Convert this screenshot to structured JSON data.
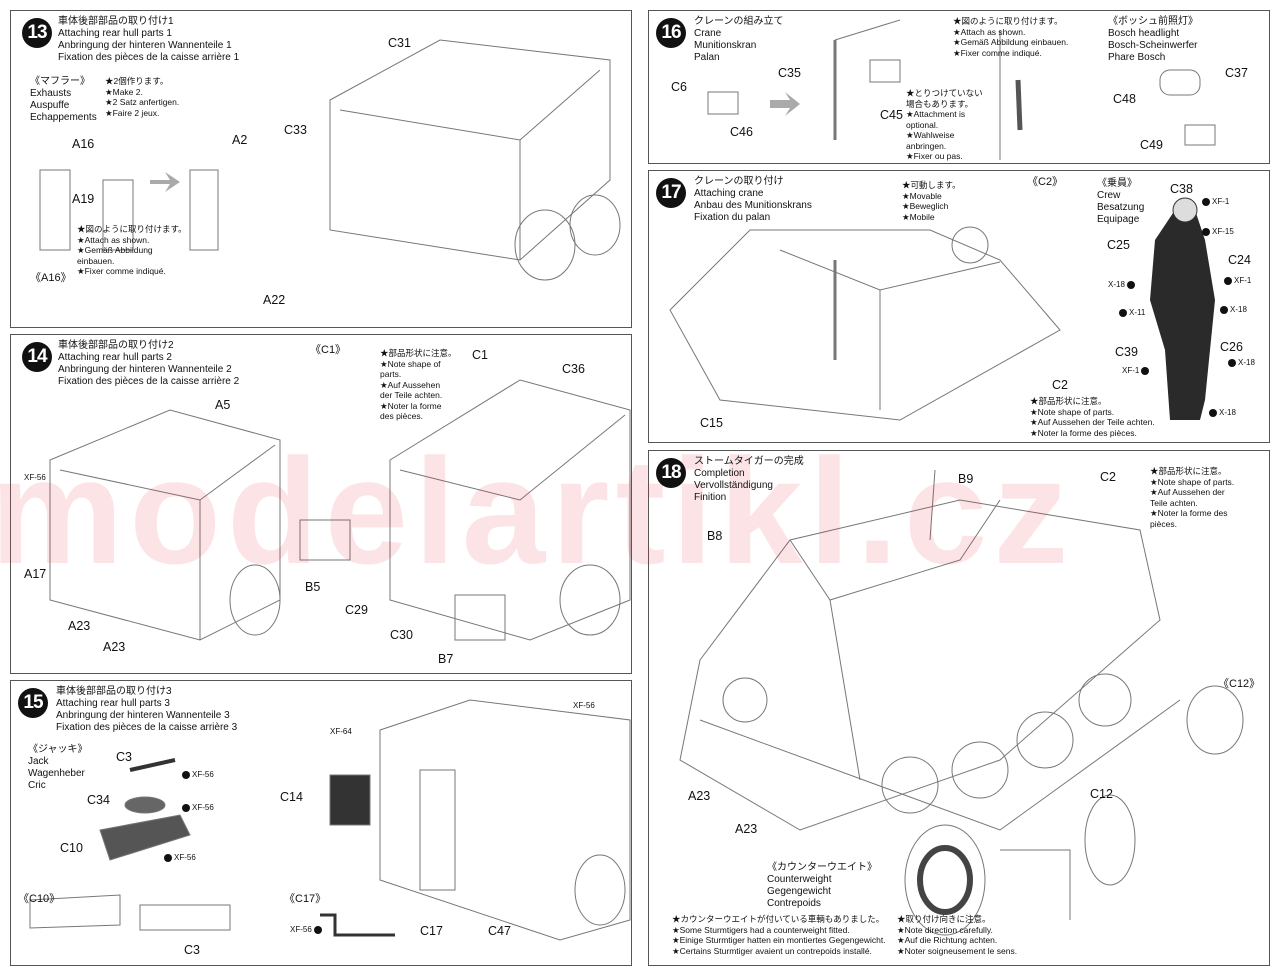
{
  "watermark": "modelartikl.cz",
  "steps": {
    "s13": {
      "number": "13",
      "title": [
        "車体後部部品の取り付け1",
        "Attaching rear hull parts 1",
        "Anbringung der hinteren Wannenteile 1",
        "Fixation des pièces de la caisse arrière 1"
      ],
      "sub_title": [
        "《マフラー》",
        "Exhausts",
        "Auspuffe",
        "Echappements"
      ],
      "note_make": [
        "★2個作ります。",
        "★Make 2.",
        "★2 Satz anfertigen.",
        "★Faire 2 jeux."
      ],
      "note_attach": [
        "★図のように取り付けます。",
        "★Attach as shown.",
        "★Gemäß Abbildung",
        "einbauen.",
        "★Fixer comme indiqué."
      ],
      "detail": "《A16》",
      "parts": [
        "C31",
        "C33",
        "A16",
        "A19",
        "A2",
        "A22"
      ]
    },
    "s14": {
      "number": "14",
      "title": [
        "車体後部部品の取り付け2",
        "Attaching rear hull parts 2",
        "Anbringung der hinteren Wannenteile 2",
        "Fixation des pièces de la caisse arrière 2"
      ],
      "detail": "《C1》",
      "note_shape": [
        "★部品形状に注意。",
        "★Note shape of",
        "parts.",
        "★Auf Aussehen",
        "der Teile achten.",
        "★Noter la forme",
        "des pièces."
      ],
      "parts": [
        "C1",
        "C36",
        "A5",
        "A17",
        "A23",
        "A23",
        "B5",
        "C29",
        "C30",
        "B7"
      ],
      "colors": [
        "XF-56"
      ]
    },
    "s15": {
      "number": "15",
      "title": [
        "車体後部部品の取り付け3",
        "Attaching rear hull parts 3",
        "Anbringung der hinteren Wannenteile 3",
        "Fixation des pièces de la caisse arrière 3"
      ],
      "sub_title": [
        "《ジャッキ》",
        "Jack",
        "Wagenheber",
        "Cric"
      ],
      "detail_c10": "《C10》",
      "detail_c17": "《C17》",
      "parts": [
        "C3",
        "C34",
        "C10",
        "C3",
        "C17",
        "C47",
        "C14"
      ],
      "colors": [
        "XF-56",
        "XF-56",
        "XF-56",
        "XF-56",
        "XF-64",
        "XF-56"
      ]
    },
    "s16": {
      "number": "16",
      "title": [
        "クレーンの組み立て",
        "Crane",
        "Munitionskran",
        "Palan"
      ],
      "note_attach": [
        "★図のように取り付けます。",
        "★Attach as shown.",
        "★Gemäß Abbildung einbauen.",
        "★Fixer comme indiqué."
      ],
      "note_optional": [
        "★とりつけていない",
        "場合もあります。",
        "★Attachment is",
        "optional.",
        "★Wahlweise",
        "anbringen.",
        "★Fixer ou pas."
      ],
      "sub_title": [
        "《ボッシュ前照灯》",
        "Bosch headlight",
        "Bosch-Scheinwerfer",
        "Phare Bosch"
      ],
      "parts": [
        "C6",
        "C46",
        "C35",
        "C45",
        "C37",
        "C48",
        "C49"
      ]
    },
    "s17": {
      "number": "17",
      "title": [
        "クレーンの取り付け",
        "Attaching crane",
        "Anbau des Munitionskrans",
        "Fixation du palan"
      ],
      "note_movable": [
        "★可動します。",
        "★Movable",
        "★Beweglich",
        "★Mobile"
      ],
      "detail": "《C2》",
      "sub_title": [
        "《乗員》",
        "Crew",
        "Besatzung",
        "Equipage"
      ],
      "note_shape": [
        "★部品形状に注意。",
        "★Note shape of parts.",
        "★Auf Aussehen der Teile achten.",
        "★Noter la forme des pièces."
      ],
      "parts": [
        "C15",
        "C2",
        "C38",
        "C25",
        "C24",
        "C26",
        "C39"
      ],
      "colors": [
        "XF-1",
        "XF-15",
        "XF-1",
        "X-18",
        "X-18",
        "X-11",
        "X-18",
        "XF-1",
        "X-18"
      ]
    },
    "s18": {
      "number": "18",
      "title": [
        "ストームタイガーの完成",
        "Completion",
        "Vervollständigung",
        "Finition"
      ],
      "note_shape": [
        "★部品形状に注意。",
        "★Note shape of parts.",
        "★Auf Aussehen der",
        "Teile achten.",
        "★Noter la forme des",
        "pièces."
      ],
      "detail": "《C12》",
      "sub_title": [
        "《カウンターウエイト》",
        "Counterweight",
        "Gegengewicht",
        "Contrepoids"
      ],
      "note_counter": [
        "★カウンターウエイトが付いている車輌もありました。",
        "★Some Sturmtigers had a counterweight fitted.",
        "★Einige Sturmtiger hatten ein montiertes Gegengewicht.",
        "★Certains Sturmtiger avaient un contrepoids installé."
      ],
      "note_direction": [
        "★取り付け向きに注意。",
        "★Note direction carefully.",
        "★Auf die Richtung achten.",
        "★Noter soigneusement le sens."
      ],
      "parts": [
        "B9",
        "C2",
        "B8",
        "A23",
        "A23",
        "C12"
      ]
    }
  }
}
